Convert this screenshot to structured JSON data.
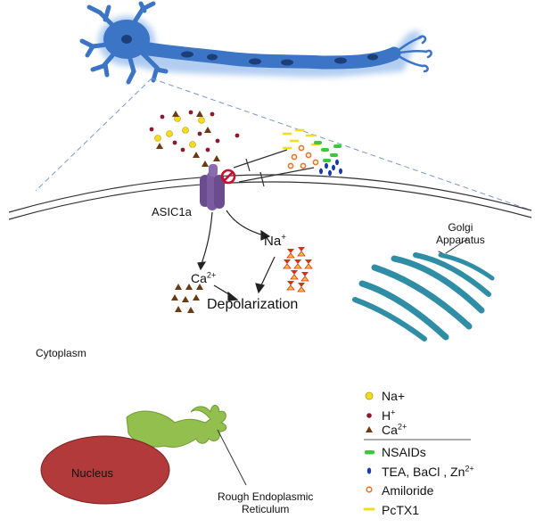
{
  "labels": {
    "na_plus": "Na",
    "na_plus_sup": "+",
    "ca": "Ca",
    "ca_sup": "2+",
    "asic": "ASIC1a",
    "depolarization": "Depolarization",
    "golgi": "Golgi\nApparatus",
    "cytoplasm": "Cytoplasm",
    "nucleus": "Nucleus",
    "rer": "Rough Endoplasmic\nReticulum"
  },
  "legend": {
    "ions": [
      {
        "text": "Na+",
        "sup": "",
        "icon": "yellow-circle-icon",
        "color": "#f2dc1e"
      },
      {
        "text": "H",
        "sup": "+",
        "icon": "maroon-dot-icon",
        "color": "#8b1a2e"
      },
      {
        "text": "Ca",
        "sup": "2+",
        "icon": "brown-triangle-icon",
        "color": "#6b3a14"
      }
    ],
    "blockers": [
      {
        "text": "NSAIDs",
        "sup": "",
        "icon": "green-pill-icon",
        "color": "#3cc83c"
      },
      {
        "text": "TEA, BaCl , Zn",
        "sup": "2+",
        "icon": "blue-drop-icon",
        "color": "#1a3aa8"
      },
      {
        "text": "Amiloride",
        "sup": "",
        "icon": "orange-ring-icon",
        "color": "#e8742a"
      },
      {
        "text": "PcTX1",
        "sup": "",
        "icon": "yellow-dash-icon",
        "color": "#f2dc1e"
      }
    ]
  },
  "colors": {
    "neuron": "#3c74c6",
    "neuron_glow": "#a9c8ef",
    "nucleus": "#b23a3a",
    "rer": "#93bf4e",
    "golgi": "#2f8ea6",
    "channel": "#6a4d8f",
    "block": "#c8102e",
    "hourglass_red": "#d9301a",
    "hourglass_yellow": "#f3c13a"
  }
}
